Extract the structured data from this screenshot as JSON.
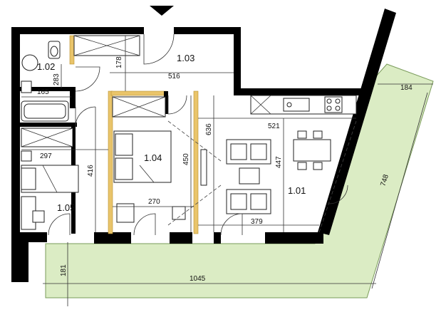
{
  "rooms": {
    "r102": "1.02",
    "r103": "1.03",
    "r104": "1.04",
    "r105": "1.05",
    "r101": "1.01"
  },
  "dimensions": {
    "d516": "516",
    "d178": "178",
    "d283": "283",
    "d165": "165",
    "d297": "297",
    "d416": "416",
    "d450": "450",
    "d636": "636",
    "d270": "270",
    "d521": "521",
    "d447": "447",
    "d379": "379",
    "d184": "184",
    "d748": "748",
    "d1045": "1045",
    "d181": "181"
  },
  "colors": {
    "terrace": "#dbecc4",
    "terrace_stroke": "#7a9b5a",
    "walls": "#000000",
    "partition": "#e9c46a"
  },
  "icons": {
    "entrance": "entrance-arrow-icon"
  }
}
